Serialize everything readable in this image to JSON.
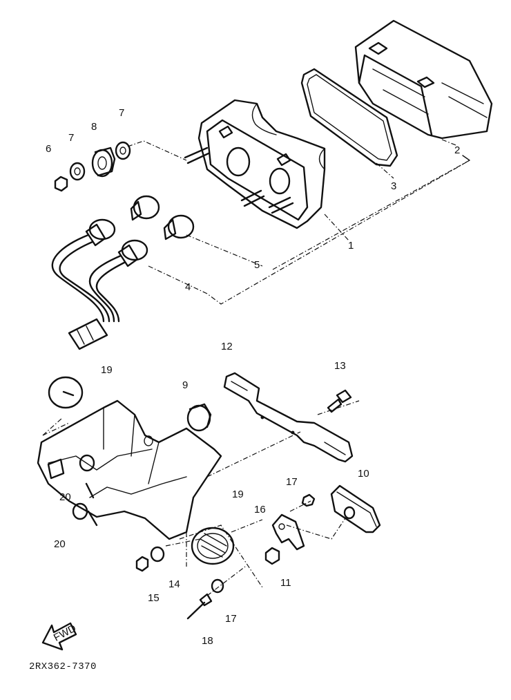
{
  "callouts": {
    "c1": "1",
    "c2": "2",
    "c3": "3",
    "c4": "4",
    "c5": "5",
    "c6": "6",
    "c7a": "7",
    "c7b": "7",
    "c8": "8",
    "c9": "9",
    "c10": "10",
    "c11": "11",
    "c12": "12",
    "c13": "13",
    "c14": "14",
    "c15": "15",
    "c16": "16",
    "c17a": "17",
    "c17b": "17",
    "c18": "18",
    "c19a": "19",
    "c19b": "19",
    "c20a": "20",
    "c20b": "20"
  },
  "front_arrow": {
    "label": "FWD"
  },
  "diagram_code": "2RX362-7370"
}
